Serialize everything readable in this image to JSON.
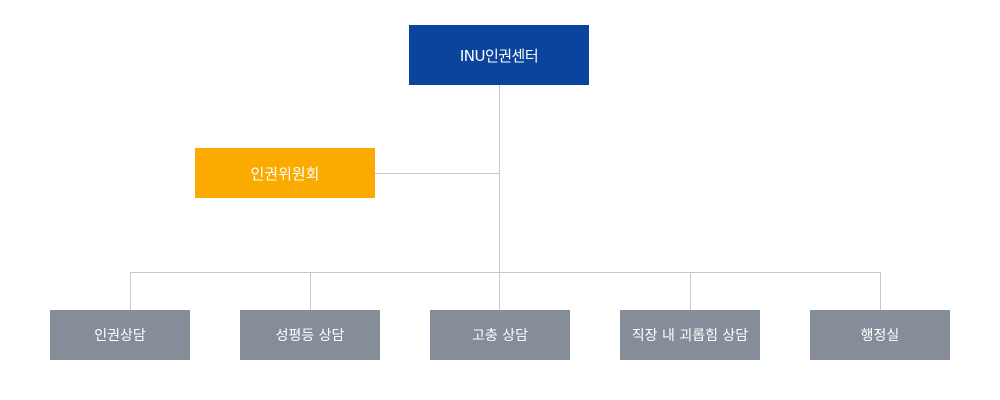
{
  "root": {
    "label": "INU인권센터",
    "color": "#0b449c"
  },
  "committee": {
    "label": "인권위원회",
    "color": "#fbab00"
  },
  "departments": [
    {
      "label": "인권상담"
    },
    {
      "label": "성평등 상담"
    },
    {
      "label": "고충 상담"
    },
    {
      "label": "직장 내 괴롭힘 상담"
    },
    {
      "label": "행정실"
    }
  ],
  "colors": {
    "department": "#858e98",
    "connector": "#c8c8c8",
    "text": "#ffffff"
  }
}
